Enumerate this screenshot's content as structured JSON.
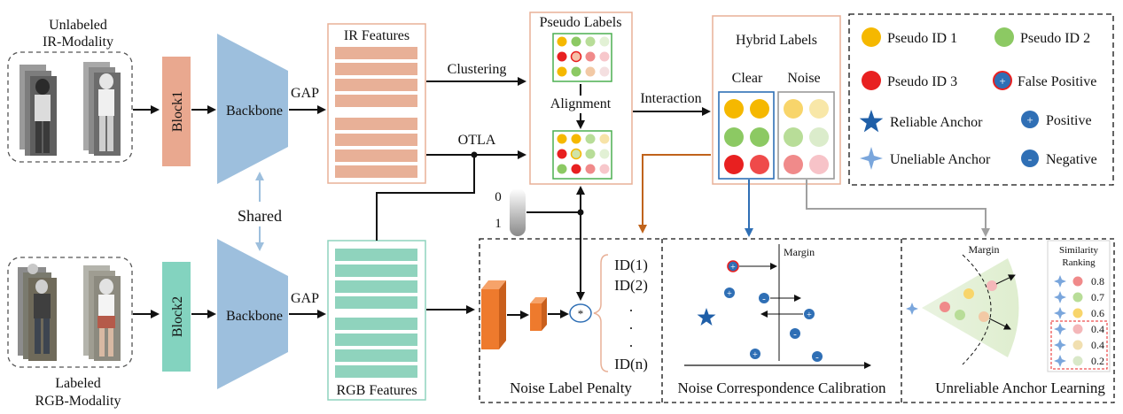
{
  "ir": {
    "title1": "Unlabeled",
    "title2": "IR-Modality"
  },
  "rgb": {
    "title1": "Labeled",
    "title2": "RGB-Modality"
  },
  "blocks": {
    "block1": "Block1",
    "block2": "Block2"
  },
  "backbone": {
    "label": "Backbone",
    "shared": "Shared"
  },
  "gap": "GAP",
  "features": {
    "ir": "IR Features",
    "rgb": "RGB Features"
  },
  "edges": {
    "clustering": "Clustering",
    "otla": "OTLA",
    "interaction": "Interaction",
    "alignment": "Alignment"
  },
  "pseudo_labels": {
    "title": "Pseudo Labels"
  },
  "hybrid": {
    "title": "Hybrid Labels",
    "clear": "Clear",
    "noise": "Noise"
  },
  "legend": {
    "id1": "Pseudo ID 1",
    "id2": "Pseudo ID 2",
    "id3": "Pseudo ID 3",
    "fp": "False Positive",
    "reliable": "Reliable Anchor",
    "positive": "Positive",
    "unreliable": "Uneliable Anchor",
    "negative": "Negative"
  },
  "gate": {
    "zero": "0",
    "one": "1"
  },
  "penalty": {
    "title": "Noise Label Penalty",
    "ids": [
      "ID(1)",
      "ID(2)",
      ".",
      ".",
      ".",
      "ID(n)"
    ]
  },
  "calibration": {
    "title": "Noise Correspondence Calibration",
    "margin": "Margin"
  },
  "unreliable": {
    "title": "Unreliable Anchor Learning",
    "margin": "Margin",
    "ranking_title1": "Similarity",
    "ranking_title2": "Ranking",
    "scores": [
      "0.8",
      "0.7",
      "0.6",
      "0.4",
      "0.4",
      "0.2"
    ]
  },
  "colors": {
    "id1": "#f5b800",
    "id2": "#8cc963",
    "id3": "#e82020",
    "block1": "#e9a88f",
    "block2": "#83d3bf",
    "backbone": "#9dbfdd",
    "ir_feature": "#e8b097",
    "rgb_feature": "#8fd3bd",
    "brown_arrow": "#c0631b",
    "blue_arrow": "#2f6fb5",
    "gray_arrow": "#a0a0a0",
    "cube": "#ee7a2d",
    "dot_blue": "#2f6fb5"
  }
}
